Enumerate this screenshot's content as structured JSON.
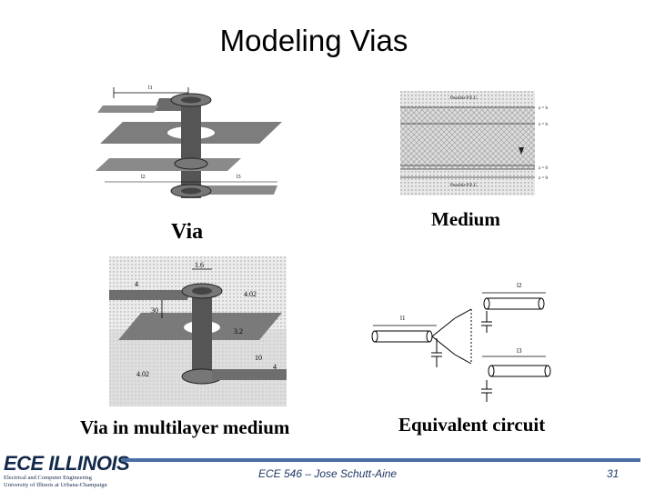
{
  "slide": {
    "title": "Modeling Vias",
    "page_number": "31"
  },
  "figures": {
    "via": {
      "caption": "Via",
      "labels": [
        "l1",
        "l2",
        "l3"
      ]
    },
    "medium": {
      "caption": "Medium",
      "top_label": "Possible P.E.C.",
      "bottom_label": "Possible P.E.C."
    },
    "multilayer": {
      "caption": "Via in multilayer medium",
      "dims": [
        "1.6",
        "4",
        "4.02",
        "30",
        "3.2",
        "10",
        "4",
        "4.02"
      ]
    },
    "circuit": {
      "caption": "Equivalent circuit",
      "labels": [
        "l1",
        "l2",
        "l3"
      ]
    }
  },
  "footer": {
    "course": "ECE 546 – Jose Schutt-Aine",
    "logo_text": "ECE ILLINOIS",
    "logo_sub1": "Electrical and Computer Engineering",
    "logo_sub2": "University of Illinois at Urbana-Champaign"
  },
  "colors": {
    "footer_bar": "#4a6fa5",
    "footer_text": "#1f3864",
    "logo": "#13294b"
  }
}
